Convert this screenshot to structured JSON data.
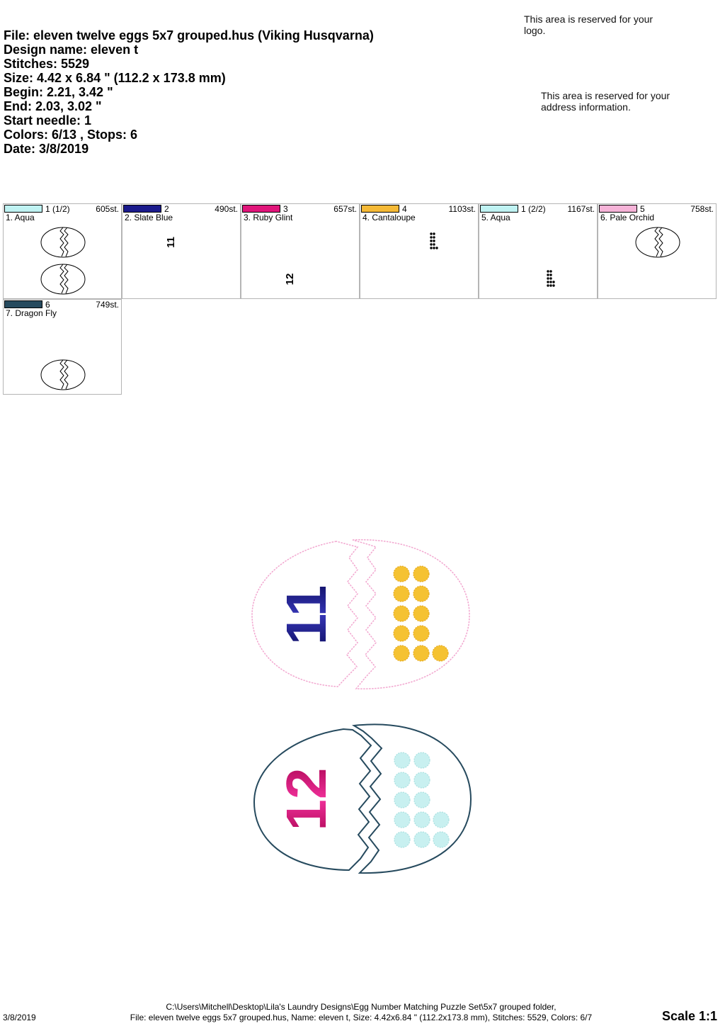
{
  "header": {
    "file": "File: eleven twelve eggs 5x7 grouped.hus  (Viking Husqvarna)",
    "design_name": "Design name: eleven t",
    "stitches": "Stitches: 5529",
    "size": "Size: 4.42 x 6.84 \" (112.2 x 173.8 mm)",
    "begin": "Begin: 2.21, 3.42 \"",
    "end": "End: 2.03, 3.02 \"",
    "start_needle": "Start needle: 1",
    "colors": "Colors: 6/13 , Stops: 6",
    "date": "Date: 3/8/2019"
  },
  "reserved": {
    "logo": "This area is reserved for your logo.",
    "address": "This area is reserved for your address information."
  },
  "color_stops": [
    {
      "code": "1 (1/2)",
      "stitches": "605st.",
      "name": "1. Aqua",
      "color": "#bff2f2"
    },
    {
      "code": "2",
      "stitches": "490st.",
      "name": "2. Slate Blue",
      "color": "#1a1a8c"
    },
    {
      "code": "3",
      "stitches": "657st.",
      "name": "3. Ruby Glint",
      "color": "#e0157a"
    },
    {
      "code": "4",
      "stitches": "1103st.",
      "name": "4. Cantaloupe",
      "color": "#f5b936"
    },
    {
      "code": "1 (2/2)",
      "stitches": "1167st.",
      "name": "5. Aqua",
      "color": "#bff2f2"
    },
    {
      "code": "5",
      "stitches": "758st.",
      "name": "6. Pale Orchid",
      "color": "#f6b3d8"
    },
    {
      "code": "6",
      "stitches": "749st.",
      "name": "7. Dragon Fly",
      "color": "#264a5e"
    }
  ],
  "design": {
    "egg_top_number": "11",
    "egg_bottom_number": "12",
    "egg_top_outline": "#f2a6cf",
    "egg_bottom_outline": "#264a5e",
    "dot_top": "#f5c232",
    "dot_bottom": "#c8f0f0",
    "number_top_color": "#2a2a9e",
    "number_bottom_color": "#e0157a"
  },
  "footer": {
    "date": "3/8/2019",
    "path": "C:\\Users\\Mitchell\\Desktop\\Lila's Laundry Designs\\Egg Number Matching Puzzle Set\\5x7 grouped folder,",
    "summary": "File: eleven twelve eggs 5x7 grouped.hus, Name: eleven t, Size: 4.42x6.84 \" (112.2x173.8 mm), Stitches: 5529, Colors: 6/7",
    "scale": "Scale 1:1"
  }
}
